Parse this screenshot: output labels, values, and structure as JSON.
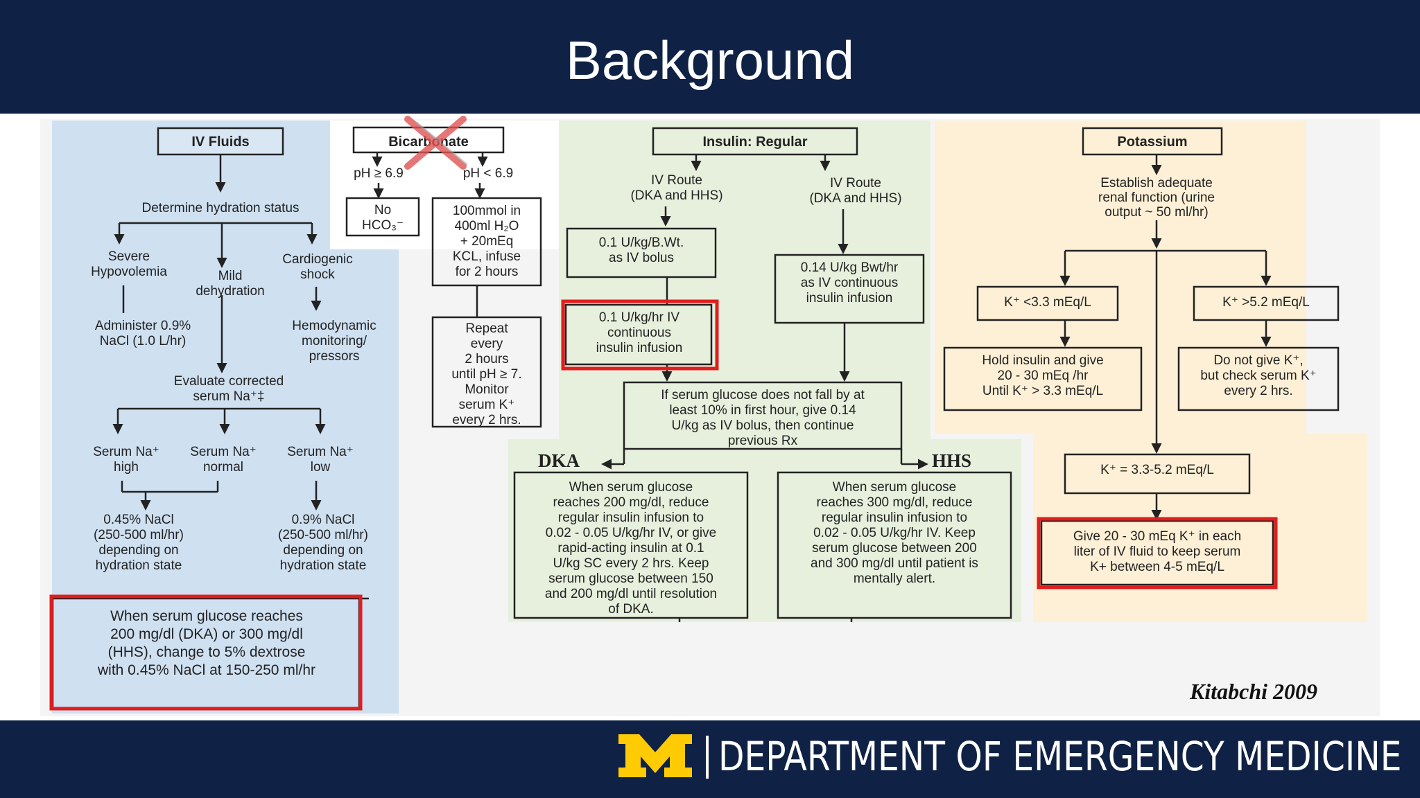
{
  "slide": {
    "title": "Background",
    "citation": "Kitabchi 2009"
  },
  "footer": {
    "department": "DEPARTMENT OF EMERGENCY MEDICINE",
    "colors": {
      "band": "#0f2245",
      "logo": "#ffcb05"
    }
  },
  "iv_fluids": {
    "title": "IV Fluids",
    "step1": "Determine hydration status",
    "branches": [
      {
        "lines": [
          "Severe",
          "Hypovolemia"
        ]
      },
      {
        "lines": [
          "Mild",
          "dehydration"
        ]
      },
      {
        "lines": [
          "Cardiogenic",
          "shock"
        ]
      }
    ],
    "severe_action": [
      "Administer 0.9%",
      "NaCl (1.0 L/hr)"
    ],
    "shock_action": [
      "Hemodynamic",
      "monitoring/",
      "pressors"
    ],
    "evaluate": [
      "Evaluate corrected",
      "serum Na⁺‡"
    ],
    "sodium": [
      {
        "lines": [
          "Serum Na⁺",
          "high"
        ]
      },
      {
        "lines": [
          "Serum Na⁺",
          "normal"
        ]
      },
      {
        "lines": [
          "Serum Na⁺",
          "low"
        ]
      }
    ],
    "fluid_left": [
      "0.45% NaCl",
      "(250-500 ml/hr)",
      "depending on",
      "hydration state"
    ],
    "fluid_right": [
      "0.9% NaCl",
      "(250-500 ml/hr)",
      "depending on",
      "hydration state"
    ],
    "dextrose": [
      "When serum glucose  reaches",
      "200 mg/dl (DKA) or 300 mg/dl",
      "(HHS), change to 5% dextrose",
      "with 0.45% NaCl at 150-250 ml/hr"
    ]
  },
  "bicarbonate": {
    "title": "Bicarbonate",
    "crossed_out": true,
    "ph_high": "pH ≥ 6.9",
    "ph_low": "pH < 6.9",
    "no_hco3": [
      "No",
      "HCO₃⁻"
    ],
    "dose": [
      "100mmol in",
      "400ml H₂O",
      "+ 20mEq",
      "KCL, infuse",
      "for 2 hours"
    ],
    "repeat": [
      "Repeat",
      "every",
      "2 hours",
      "until pH ≥ 7.",
      "Monitor",
      "serum K⁺",
      "every 2 hrs."
    ]
  },
  "insulin": {
    "title": "Insulin: Regular",
    "route_left": [
      "IV Route",
      "(DKA and HHS)"
    ],
    "route_right": [
      "IV Route",
      "(DKA and HHS)"
    ],
    "bolus": [
      "0.1 U/kg/B.Wt.",
      "as IV bolus"
    ],
    "infusion_left": [
      "0.1 U/kg/hr IV",
      "continuous",
      "insulin infusion"
    ],
    "infusion_right": [
      "0.14 U/kg Bwt/hr",
      "as IV continuous",
      "insulin infusion"
    ],
    "check": [
      "If serum glucose does not fall by at",
      "least 10% in first hour, give 0.14",
      "U/kg as IV  bolus, then continue",
      "previous Rx"
    ],
    "dka_label": "DKA",
    "hhs_label": "HHS",
    "dka_box": [
      "When serum glucose",
      "reaches 200 mg/dl, reduce",
      "regular insulin infusion to",
      "0.02 - 0.05 U/kg/hr IV, or give",
      "rapid-acting insulin at 0.1",
      "U/kg SC every 2 hrs. Keep",
      "serum glucose between 150",
      "and 200 mg/dl until resolution",
      "of  DKA."
    ],
    "hhs_box": [
      "When serum glucose",
      "reaches 300 mg/dl, reduce",
      "regular insulin infusion to",
      "0.02 - 0.05 U/kg/hr IV.  Keep",
      "serum glucose between 200",
      "and 300 mg/dl until patient is",
      "mentally alert."
    ]
  },
  "potassium": {
    "title": "Potassium",
    "intro": [
      "Establish adequate",
      "renal function (urine",
      "output ~ 50 ml/hr)"
    ],
    "low": "K⁺ <3.3 mEq/L",
    "high": "K⁺ >5.2 mEq/L",
    "low_action": [
      "Hold insulin and give",
      "20 - 30 mEq /hr",
      "Until K⁺ > 3.3 mEq/L"
    ],
    "high_action": [
      "Do not give K⁺,",
      "but check serum K⁺",
      "every 2 hrs."
    ],
    "normal": "K⁺ = 3.3-5.2 mEq/L",
    "normal_action": [
      "Give 20 - 30 mEq K⁺ in each",
      "liter of IV  fluid to keep serum",
      "K+ between 4-5 mEq/L"
    ]
  }
}
